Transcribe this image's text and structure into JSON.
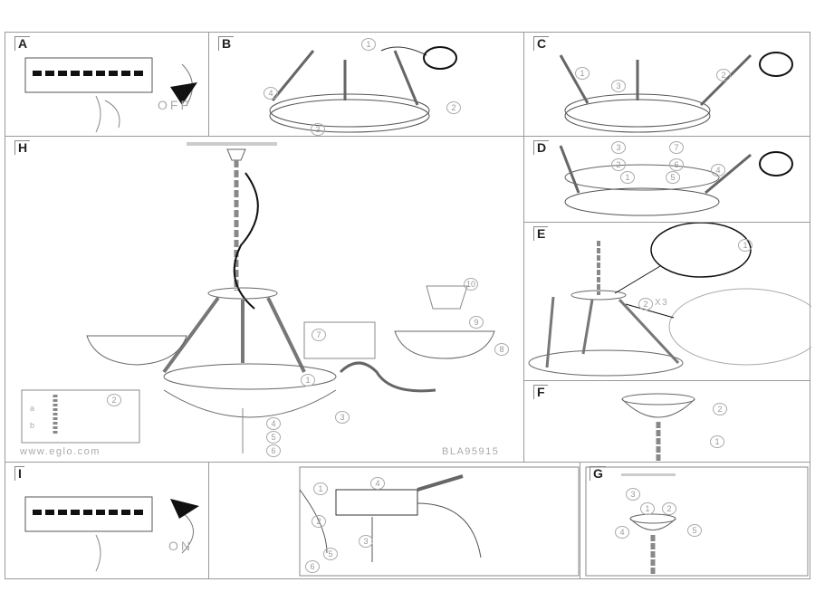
{
  "panels": {
    "A": {
      "label": "A",
      "switch_text": "OFF"
    },
    "B": {
      "label": "B",
      "callouts": [
        "1",
        "2",
        "3",
        "4"
      ]
    },
    "C": {
      "label": "C",
      "callouts": [
        "1",
        "2",
        "3"
      ]
    },
    "D": {
      "label": "D",
      "callouts": [
        "1",
        "2",
        "3",
        "4",
        "5",
        "6",
        "7"
      ]
    },
    "E": {
      "label": "E",
      "callouts": [
        "1",
        "2"
      ],
      "multiplier": "X3"
    },
    "F": {
      "label": "F",
      "callouts": [
        "1",
        "2"
      ]
    },
    "G": {
      "label": "G",
      "callouts": [
        "1",
        "2",
        "3",
        "4",
        "5"
      ]
    },
    "H": {
      "label": "H",
      "callouts": [
        "1",
        "2",
        "3",
        "4",
        "5",
        "6",
        "7",
        "8",
        "9",
        "10"
      ],
      "inset_labels": [
        "a",
        "b"
      ],
      "website": "www.eglo.com",
      "model": "BLA95915"
    },
    "I": {
      "label": "I",
      "switch_text": "ON"
    },
    "wiring": {
      "callouts": [
        "1",
        "2",
        "3",
        "4",
        "5",
        "6"
      ]
    }
  }
}
